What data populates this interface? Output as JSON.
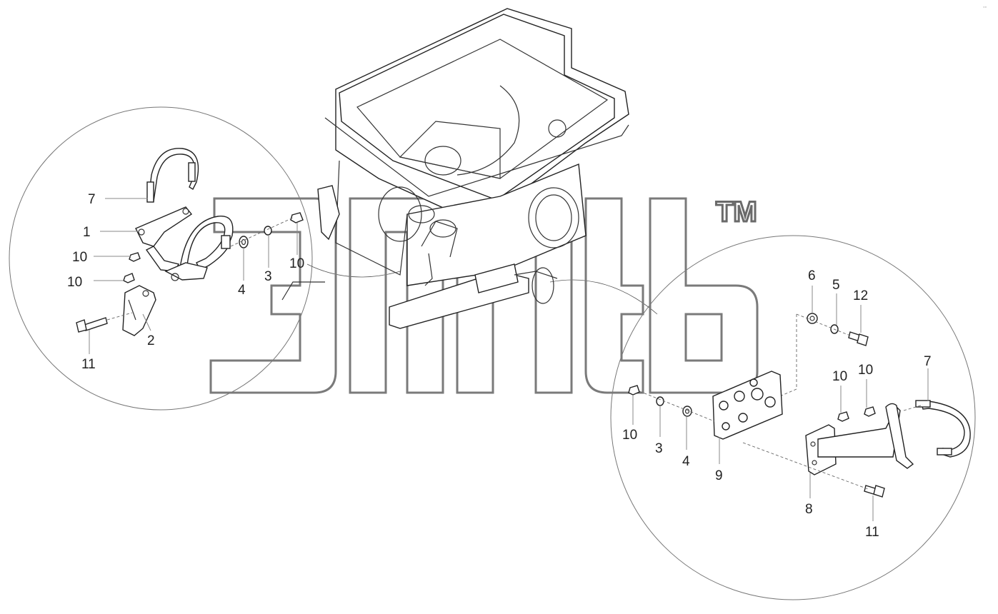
{
  "trademark": "TM",
  "labels": {
    "left": {
      "p7": "7",
      "p1": "1",
      "p10a": "10",
      "p10b": "10",
      "p11": "11",
      "p2": "2",
      "p4": "4",
      "p3": "3",
      "p10c": "10"
    },
    "right": {
      "p6": "6",
      "p5": "5",
      "p12": "12",
      "p10a": "10",
      "p10b": "10",
      "p7": "7",
      "p10c": "10",
      "p3": "3",
      "p4": "4",
      "p9": "9",
      "p8": "8",
      "p11": "11"
    }
  },
  "icons": [
    "exhaust-pipe-clamp-icon",
    "bracket-icon",
    "bolt-icon",
    "nut-icon",
    "washer-icon",
    "dump-body-icon"
  ]
}
